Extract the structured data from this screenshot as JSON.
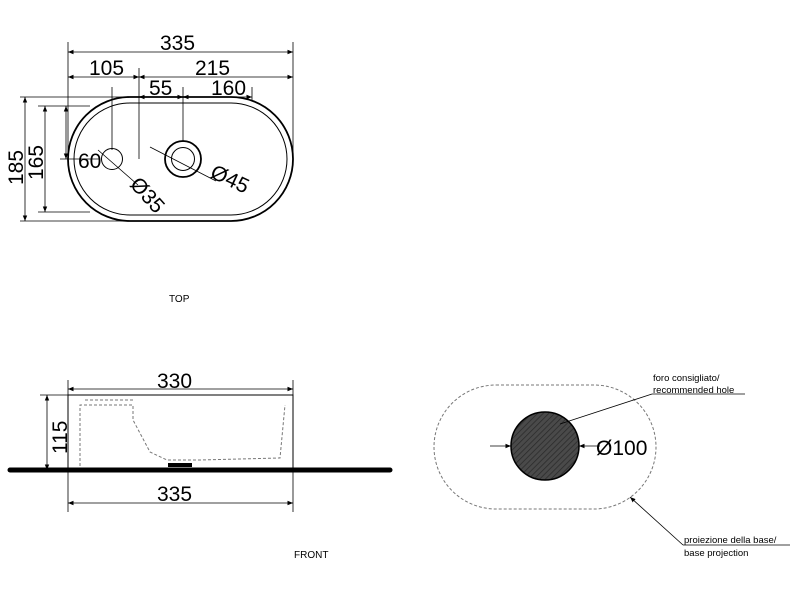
{
  "views": {
    "top_label": "TOP",
    "front_label": "FRONT"
  },
  "top_dims": {
    "overall_length": "335",
    "offset_left": "105",
    "offset_right": "215",
    "small_offset": "55",
    "inner_offset": "160",
    "overall_height": "185",
    "inner_height": "165",
    "hole_offset": "60",
    "small_hole_dia": "Ø35",
    "large_hole_dia": "Ø45"
  },
  "front_dims": {
    "top_length": "330",
    "height": "115",
    "bottom_length": "335"
  },
  "base_view": {
    "hole_dia": "Ø100",
    "note_hole_line1": "foro consigliato/",
    "note_hole_line2": "recommended hole",
    "note_base_line1": "proiezione della base/",
    "note_base_line2": "base projection"
  }
}
